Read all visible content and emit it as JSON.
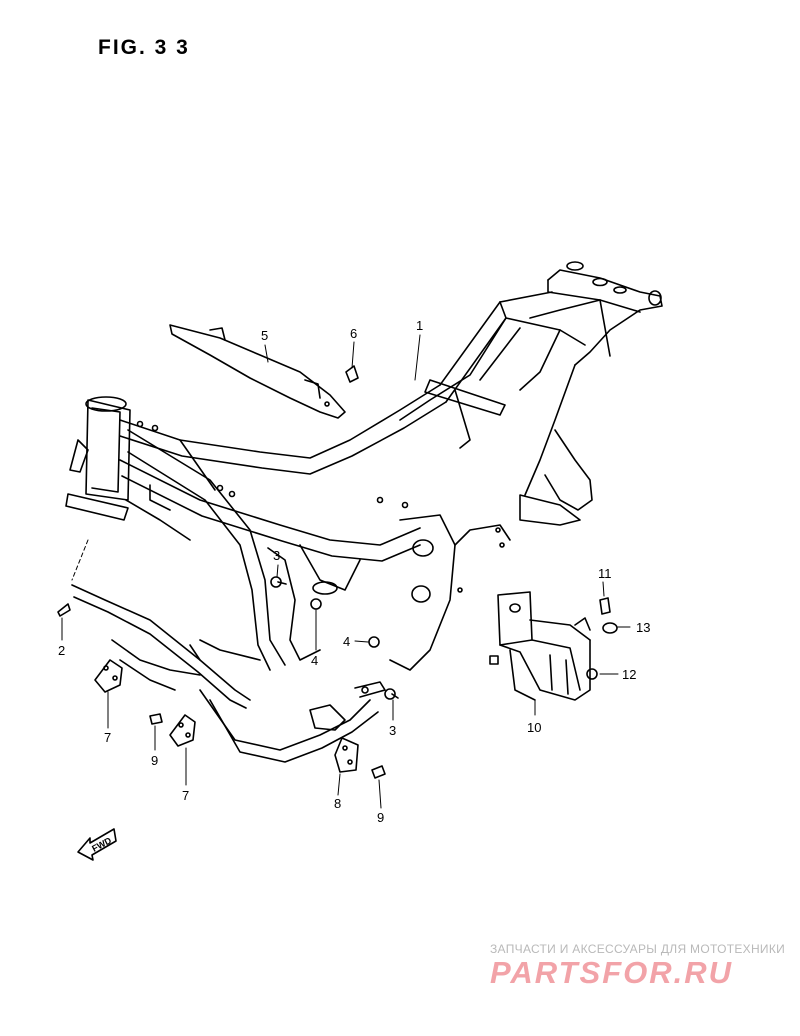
{
  "figure": {
    "title": "FIG. 3 3"
  },
  "fwd_marker": {
    "label": "FWD"
  },
  "callouts": [
    {
      "id": "c1",
      "text": "1"
    },
    {
      "id": "c2",
      "text": "2"
    },
    {
      "id": "c3a",
      "text": "3"
    },
    {
      "id": "c3b",
      "text": "3"
    },
    {
      "id": "c4a",
      "text": "4"
    },
    {
      "id": "c4b",
      "text": "4"
    },
    {
      "id": "c5",
      "text": "5"
    },
    {
      "id": "c6",
      "text": "6"
    },
    {
      "id": "c7a",
      "text": "7"
    },
    {
      "id": "c7b",
      "text": "7"
    },
    {
      "id": "c8",
      "text": "8"
    },
    {
      "id": "c9a",
      "text": "9"
    },
    {
      "id": "c9b",
      "text": "9"
    },
    {
      "id": "c10",
      "text": "10"
    },
    {
      "id": "c11",
      "text": "11"
    },
    {
      "id": "c12",
      "text": "12"
    },
    {
      "id": "c13",
      "text": "13"
    }
  ],
  "watermark": {
    "subtitle": "ЗАПЧАСТИ И АКСЕССУАРЫ ДЛЯ МОТОТЕХНИКИ",
    "logo": "PARTSFOR.RU",
    "color": "#f2a3a8"
  }
}
